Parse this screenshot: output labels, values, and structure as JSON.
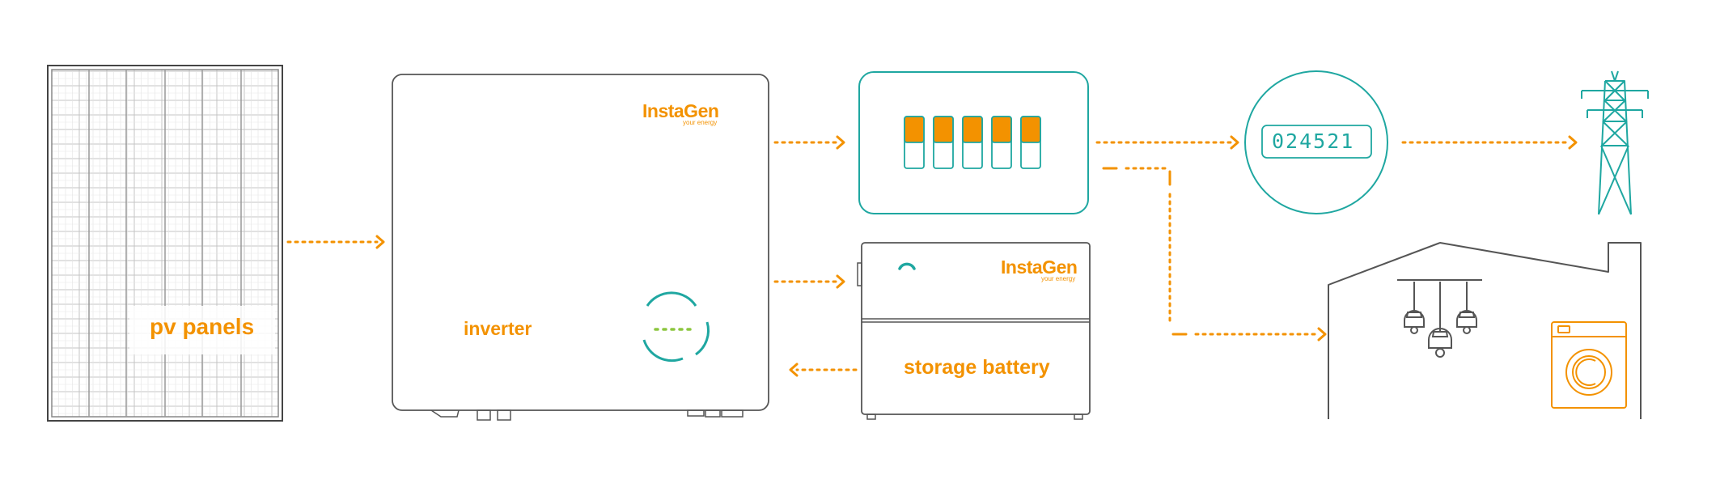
{
  "colors": {
    "accent": "#f39200",
    "teal": "#1fa7a1",
    "outline": "#555555",
    "panel_grid": "#b8b8b8",
    "led_green": "#8cc63f"
  },
  "labels": {
    "pv_panels": "pv panels",
    "inverter": "inverter",
    "storage_battery": "storage battery"
  },
  "brand": {
    "name": "InstaGen",
    "tagline": "your energy"
  },
  "meter": {
    "reading": "024521"
  },
  "icons": [
    "solar-panel-icon",
    "inverter-icon",
    "breaker-box-icon",
    "electricity-meter-icon",
    "power-pylon-icon",
    "house-icon",
    "ceiling-lamps-icon",
    "washing-machine-icon",
    "battery-icon"
  ]
}
